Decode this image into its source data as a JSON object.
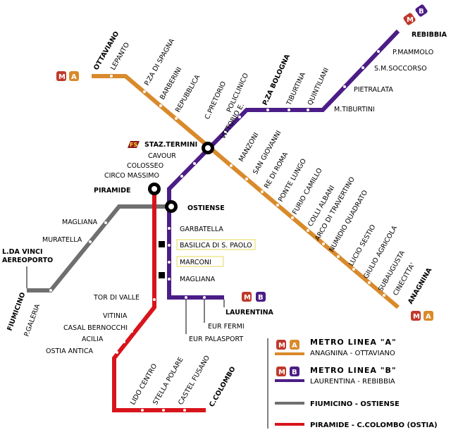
{
  "colors": {
    "line_a": "#d98a2b",
    "line_b": "#4b1d86",
    "ostiense": "#6f6f6f",
    "ostia": "#d8141b",
    "m_badge": "#c0392b"
  },
  "badge": {
    "m": "M",
    "a": "A",
    "b": "B"
  },
  "icons": {
    "rail": "FS"
  },
  "line_a": {
    "terminals": {
      "north": "OTTAVIANO",
      "south": "ANAGNINA"
    },
    "stations": [
      "LEPANTO",
      "P.ZA DI SPAGNA",
      "BARBERINI",
      "REPUBBLICA",
      "VITTORIO E.",
      "MANZONI",
      "SAN GIOVANNI",
      "RE DI ROMA",
      "PONTE LUNGO",
      "FURIO CAMILLO",
      "COLLI ALBANI",
      "ARCO DI TRAVERTINO",
      "NUMIDIO QUADRATO",
      "LUCIO SESTIO",
      "GIULIO AGRICOLA",
      "SUBAUGUSTA",
      "CINECITTA'"
    ]
  },
  "line_b": {
    "terminals": {
      "north": "REBIBBIA",
      "south": "LAURENTINA"
    },
    "stations_upper": [
      "P.MAMMOLO",
      "S.M.SOCCORSO",
      "PIETRALATA",
      "M.TIBURTINI",
      "QUINTILIANI",
      "TIBURTINA",
      "P.ZA BOLOGNA",
      "POLICLINICO",
      "C.PRETORIO"
    ],
    "stations_lower": [
      "CAVOUR",
      "COLOSSEO",
      "CIRCO MASSIMO",
      "GARBATELLA",
      "BASILICA DI S. PAOLO",
      "MARCONI",
      "MAGLIANA",
      "EUR FERMI",
      "EUR PALASPORT"
    ]
  },
  "interchanges": {
    "termini": "STAZ.TERMINI",
    "piramide": "PIRAMIDE",
    "ostiense": "OSTIENSE"
  },
  "ostiense_line": {
    "stations": [
      "MAGLIANA",
      "MURATELLA",
      "P.GALERIA"
    ],
    "airport": "L.DA VINCI\nAEREOPORTO",
    "terminal": "FIUMICINO"
  },
  "ostia_line": {
    "stations": [
      "TOR DI VALLE",
      "VITINIA",
      "CASAL BERNOCCHI",
      "ACILIA",
      "OSTIA ANTICA",
      "LIDO CENTRO",
      "STELLA POLARE",
      "CASTEL FUSANO"
    ],
    "terminal": "C.COLOMBO"
  },
  "legend": {
    "a_title": "METRO LINEA \"A\"",
    "a_sub": "ANAGNINA - OTTAVIANO",
    "b_title": "METRO LINEA \"B\"",
    "b_sub": "LAURENTINA - REBIBBIA",
    "ostiense": "FIUMICINO - OSTIENSE",
    "ostia": "PIRAMIDE - C.COLOMBO (OSTIA)"
  }
}
